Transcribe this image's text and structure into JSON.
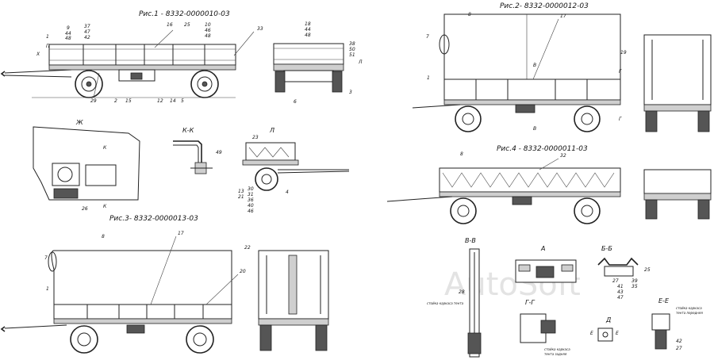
{
  "captions": {
    "fig1": "Рис.1 - 8332-0000010-03",
    "fig2": "Рис.2- 8332-0000012-03",
    "fig3": "Рис.3- 8332-0000013-03",
    "fig4": "Рис.4 - 8332-0000011-03"
  },
  "sections": {
    "zh": "Ж",
    "kk": "К-К",
    "l": "Л",
    "vv": "В-В",
    "a": "А",
    "bb": "Б-Б",
    "gg": "Г-Г",
    "d": "Д",
    "ee": "Е-Е"
  },
  "notes": {
    "vv_note": "стойка каркаса тента",
    "gg_note_1": "стойка каркаса",
    "gg_note_2": "тента задняя",
    "ee_note_1": "стойка каркаса",
    "ee_note_2": "тента передняя"
  },
  "watermark": "AutoSoft",
  "fig1_labels": {
    "l9": "9",
    "l44": "44",
    "l48": "48",
    "l37": "37",
    "l47": "47",
    "l42": "42",
    "l16": "16",
    "l25": "25",
    "l10": "10",
    "l46": "46",
    "l48b": "48",
    "l33": "33",
    "l1": "1",
    "lII": "П",
    "l29": "29",
    "l2": "2",
    "l15": "15",
    "l12": "12",
    "l14": "14",
    "l5": "5",
    "lX": "Х",
    "l18": "18",
    "l44b": "44",
    "l48c": "48",
    "l38": "38",
    "l50": "50",
    "l51": "51",
    "lL": "Л",
    "l6": "6",
    "l3": "3"
  },
  "zh_labels": {
    "k1": "К",
    "k2": "К",
    "l26": "26"
  },
  "kk_labels": {
    "l49": "49"
  },
  "l_labels": {
    "l23": "23",
    "l30": "30",
    "l31": "31",
    "l36": "36",
    "l40": "40",
    "l46": "46",
    "l13": "13",
    "l21": "21",
    "l4": "4"
  },
  "fig2_labels": {
    "l8": "8",
    "l17": "17",
    "l7": "7",
    "l19": "19",
    "l1": "1",
    "lB1": "В",
    "lB2": "В",
    "lG1": "Г",
    "lG2": "Г"
  },
  "fig3_labels": {
    "l8": "8",
    "l17": "17",
    "l7": "7",
    "l1": "1",
    "l20": "20",
    "l22": "22"
  },
  "fig4_labels": {
    "l8": "8",
    "l32": "32"
  },
  "vv_labels": {
    "l28": "28"
  },
  "bb_labels": {
    "l25": "25",
    "l27": "27",
    "l39": "39",
    "l41": "41",
    "l43": "43",
    "l47": "47",
    "l35": "35"
  },
  "d_labels": {
    "e1": "Е",
    "e2": "Е"
  },
  "ee_labels": {
    "l42": "42",
    "l27": "27"
  }
}
